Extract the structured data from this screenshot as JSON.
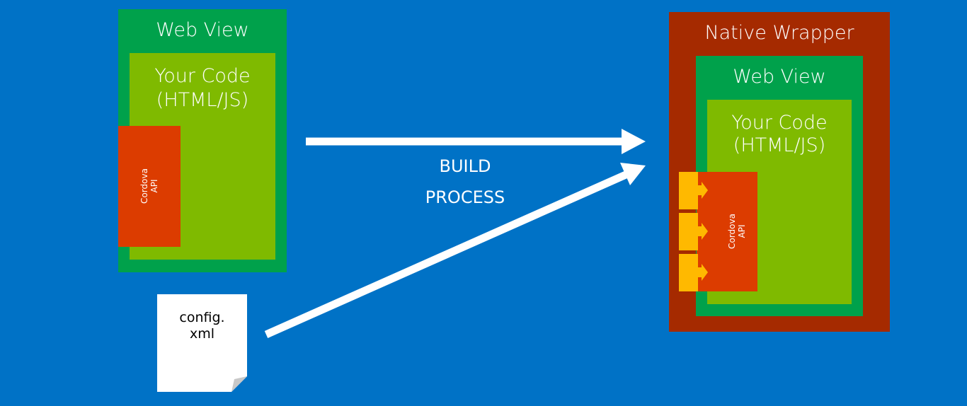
{
  "colors": {
    "background": "#0072c6",
    "web_view": "#00a14b",
    "your_code": "#7fba00",
    "cordova_api": "#dc3c00",
    "native_wrapper": "#a52a00",
    "plugin": "#ffb900",
    "arrow": "#ffffff"
  },
  "source": {
    "web_view_label": "Web View",
    "your_code_line1": "Your Code",
    "your_code_line2": "(HTML/JS)",
    "cordova_line1": "Cordova",
    "cordova_line2": "API"
  },
  "config_file": {
    "line1": "config.",
    "line2": "xml"
  },
  "build": {
    "line1": "BUILD",
    "line2": "PROCESS"
  },
  "output": {
    "native_wrapper_label": "Native Wrapper",
    "web_view_label": "Web View",
    "your_code_line1": "Your Code",
    "your_code_line2": "(HTML/JS)",
    "cordova_line1": "Cordova",
    "cordova_line2": "API",
    "plugin_count": 3
  }
}
